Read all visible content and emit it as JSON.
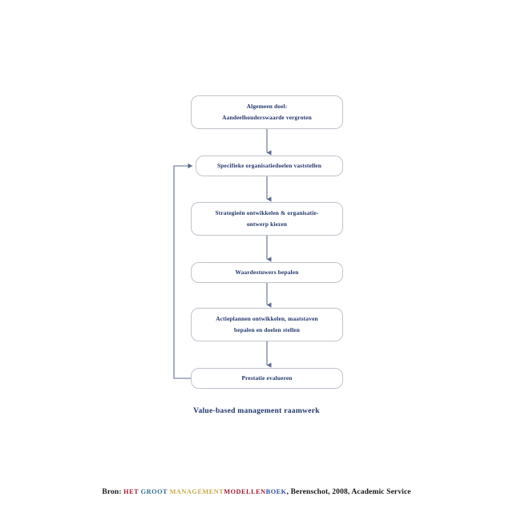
{
  "diagram": {
    "caption": "Value-based management raamwerk",
    "nodes": [
      {
        "id": "algemeen-doel",
        "line1": "Algemeen doel:",
        "line2": "Aandeelhouderswaarde vergroten"
      },
      {
        "id": "specifieke-doelen",
        "line1": "Specifieke organisatiedoelen vaststellen",
        "line2": ""
      },
      {
        "id": "strategieen",
        "line1": "Strategieën ontwikkelen & organisatie-",
        "line2": "ontwerp kiezen"
      },
      {
        "id": "waardestuwers",
        "line1": "Waardestuwers bepalen",
        "line2": ""
      },
      {
        "id": "actieplannen",
        "line1": "Actieplannen ontwikkelen, maatstaven",
        "line2": "bepalen en doelen stellen"
      },
      {
        "id": "prestatie",
        "line1": "Prestatie evalueren",
        "line2": ""
      }
    ],
    "connectors": [
      {
        "from": "algemeen-doel",
        "to": "specifieke-doelen",
        "type": "down-arrow"
      },
      {
        "from": "specifieke-doelen",
        "to": "strategieen",
        "type": "down-arrow"
      },
      {
        "from": "strategieen",
        "to": "waardestuwers",
        "type": "down-arrow"
      },
      {
        "from": "waardestuwers",
        "to": "actieplannen",
        "type": "down-arrow"
      },
      {
        "from": "actieplannen",
        "to": "prestatie",
        "type": "down-arrow"
      },
      {
        "from": "prestatie",
        "to": "specifieke-doelen",
        "type": "feedback-loop-left"
      }
    ],
    "colors": {
      "node_border": "#bfc4cc",
      "node_text": "#20356b",
      "connector": "#5a6b8c",
      "background": "#ffffff"
    }
  },
  "source": {
    "label": "Bron:",
    "title_het": "HET",
    "title_groot": "GROOT",
    "title_management": "MANAGEMENT",
    "title_modellen": "MODELLEN",
    "title_boek": "BOEK",
    "rest": ", Berenschot, 2008, Academic Service",
    "colors": {
      "het": "#9e1b32",
      "groot": "#2f6f8f",
      "management": "#c8a84b",
      "modellen": "#9e1b32",
      "boek": "#2f4f9e",
      "rest": "#1a1a1a"
    }
  }
}
